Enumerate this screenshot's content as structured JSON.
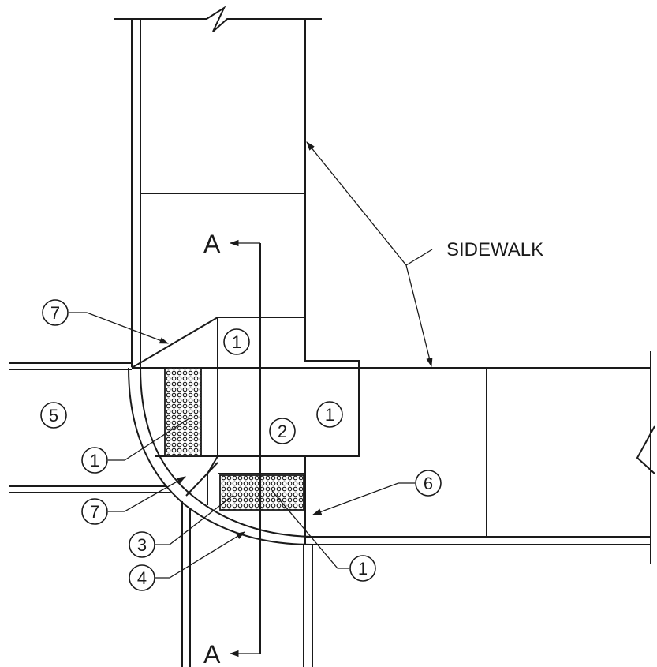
{
  "section_mark": "A",
  "sidewalk_label": "SIDEWALK",
  "callouts": {
    "c1_top": "1",
    "c1_right": "1",
    "c1_left": "1",
    "c1_bottom": "1",
    "c2": "2",
    "c3": "3",
    "c4": "4",
    "c5": "5",
    "c6": "6",
    "c7_top": "7",
    "c7_bottom": "7"
  },
  "colors": {
    "line": "#1a1a1a",
    "background": "#ffffff"
  }
}
